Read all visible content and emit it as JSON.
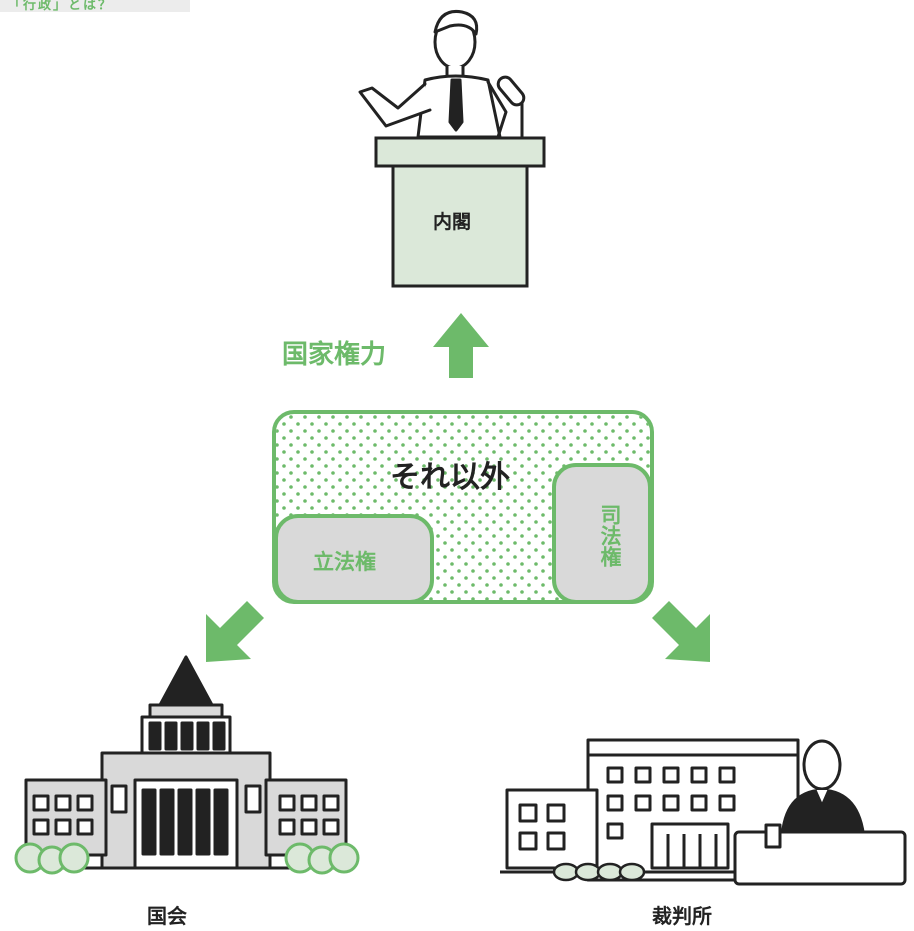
{
  "header_tab": {
    "text": "「行政」とは？"
  },
  "cabinet": {
    "label": "内閣"
  },
  "state_power": {
    "label": "国家権力"
  },
  "center_box": {
    "label": "それ以外",
    "legislative": "立法権",
    "judicial": "司法権"
  },
  "diet": {
    "label": "国会"
  },
  "court": {
    "label": "裁判所"
  },
  "colors": {
    "accent_green": "#6dba6a",
    "panel_green": "#dbe8d9",
    "gray_panel": "#d9d9d9",
    "ink": "#222222"
  },
  "icons": [
    "speaker-at-podium-icon",
    "microphone-icon",
    "up-arrow-icon",
    "down-left-arrow-icon",
    "down-right-arrow-icon",
    "national-diet-building-icon",
    "courthouse-building-icon",
    "judge-icon"
  ]
}
